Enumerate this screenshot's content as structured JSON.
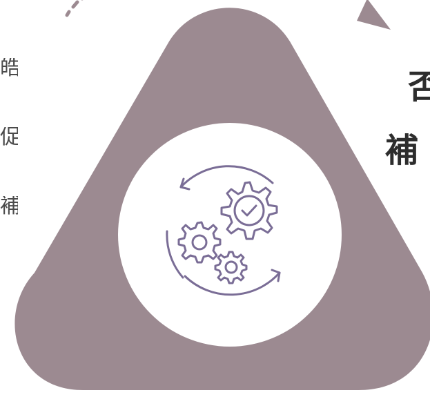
{
  "colors": {
    "triangle": "#9c8a91",
    "circle": "#ffffff",
    "icon_stroke": "#7a6d96",
    "arrow": "#9c8a91",
    "dash": "#9c8a91",
    "left_text": "#4b4b4b",
    "right_text": "#2d2d2d"
  },
  "icons": {
    "center": "gears-with-check-cycle-icon"
  },
  "left_text": [
    "皓",
    "促",
    "補"
  ],
  "right_text": {
    "line1": "否",
    "line2": "補"
  }
}
